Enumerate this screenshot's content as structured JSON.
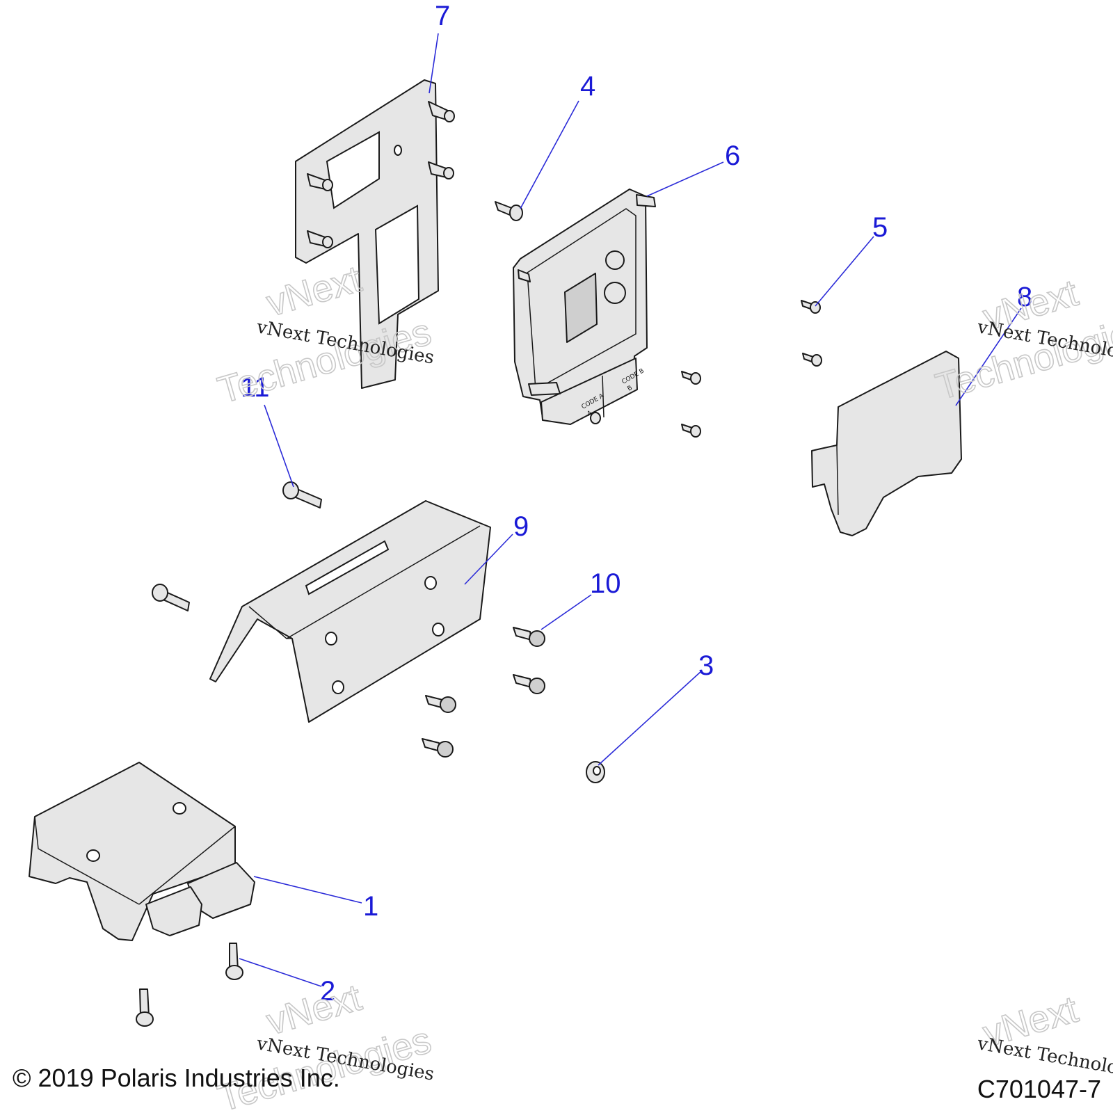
{
  "callouts": [
    {
      "id": "1",
      "label": "1"
    },
    {
      "id": "2",
      "label": "2"
    },
    {
      "id": "3",
      "label": "3"
    },
    {
      "id": "4",
      "label": "4"
    },
    {
      "id": "5",
      "label": "5"
    },
    {
      "id": "6",
      "label": "6"
    },
    {
      "id": "7",
      "label": "7"
    },
    {
      "id": "8",
      "label": "8"
    },
    {
      "id": "9",
      "label": "9"
    },
    {
      "id": "10",
      "label": "10"
    },
    {
      "id": "11",
      "label": "11"
    }
  ],
  "ecu_labels": {
    "code_a": "CODE A",
    "code_b": "CODE B",
    "letter_a": "A",
    "letter_b": "B"
  },
  "watermark": {
    "serif_text": "vNext Technologies",
    "ghost_line1": "vNext",
    "ghost_line2": "Technologies"
  },
  "footer": {
    "copyright": "© 2019 Polaris Industries Inc.",
    "drawing_number": "C701047-7"
  },
  "colors": {
    "callout": "#1a1ad6",
    "leader": "#2b2bd8",
    "part_fill": "#e6e6e6",
    "outline": "#1a1a1a"
  }
}
